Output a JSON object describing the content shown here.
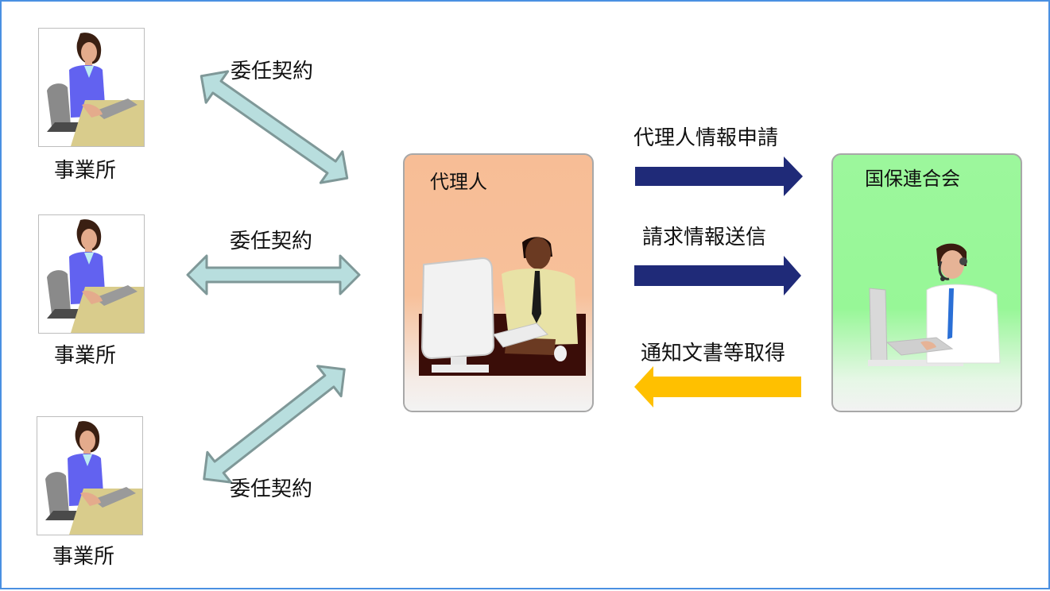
{
  "offices": [
    {
      "label": "事業所",
      "contract_label": "委任契約"
    },
    {
      "label": "事業所",
      "contract_label": "委任契約"
    },
    {
      "label": "事業所",
      "contract_label": "委任契約"
    }
  ],
  "agent": {
    "title": "代理人"
  },
  "kokuho": {
    "title": "国保連合会"
  },
  "flows": [
    {
      "label": "代理人情報申請",
      "direction": "right",
      "color": "#1f2a78"
    },
    {
      "label": "請求情報送信",
      "direction": "right",
      "color": "#1f2a78"
    },
    {
      "label": "通知文書等取得",
      "direction": "left",
      "color": "#ffc000"
    }
  ],
  "colors": {
    "frame": "#4a90e2",
    "contract_arrow_fill": "#b8dede",
    "contract_arrow_stroke": "#7f9898",
    "agent_box": "#f7bd96",
    "kokuho_box": "#9cf79c"
  }
}
